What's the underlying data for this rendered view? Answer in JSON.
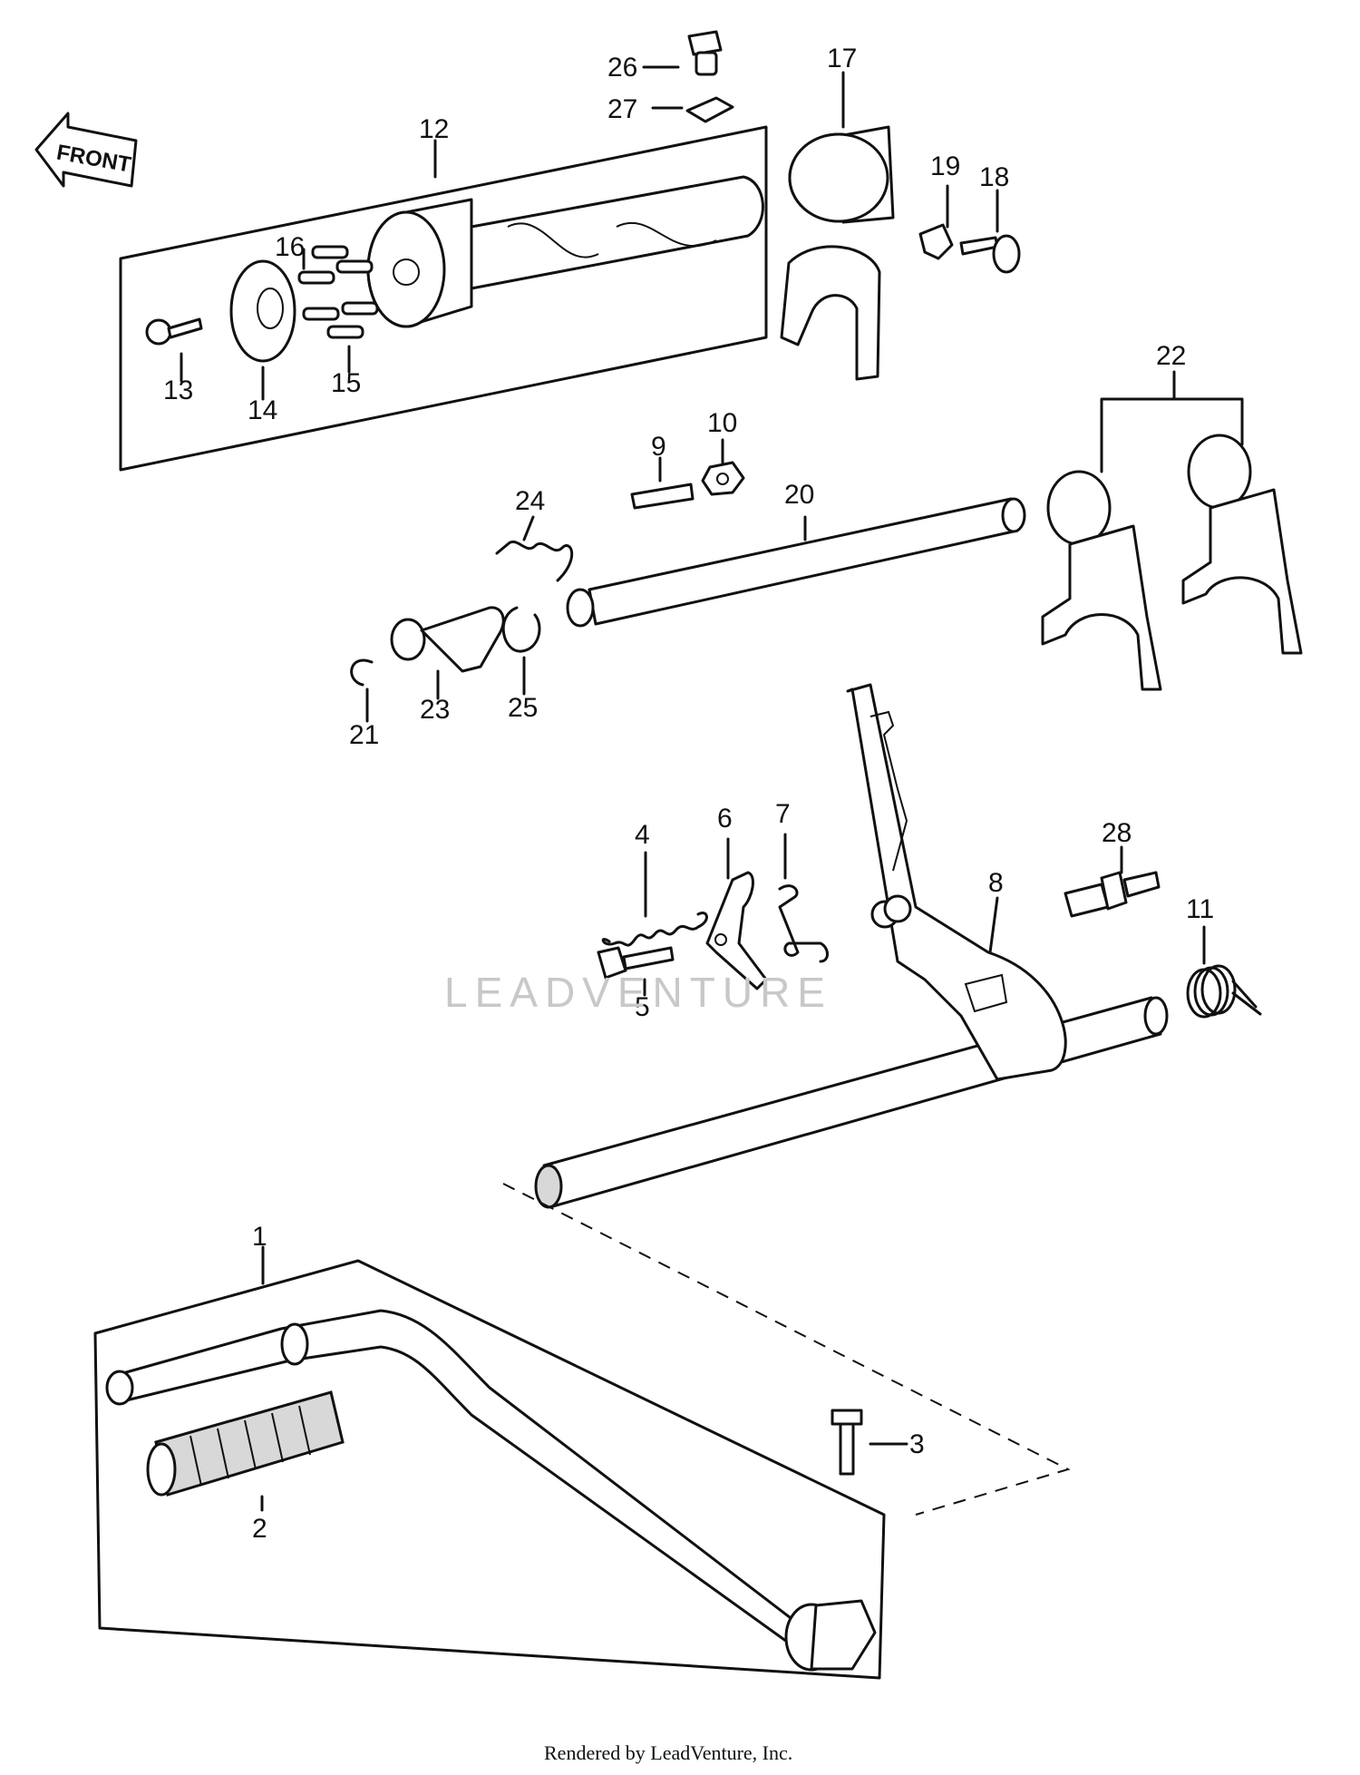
{
  "front_label": "FRONT",
  "watermark": "LEADVENTURE",
  "footer": "Rendered by LeadVenture, Inc.",
  "callouts": [
    "1",
    "2",
    "3",
    "4",
    "5",
    "6",
    "7",
    "8",
    "9",
    "10",
    "11",
    "12",
    "13",
    "14",
    "15",
    "16",
    "17",
    "18",
    "19",
    "20",
    "21",
    "22",
    "23",
    "24",
    "25",
    "26",
    "27",
    "28"
  ]
}
